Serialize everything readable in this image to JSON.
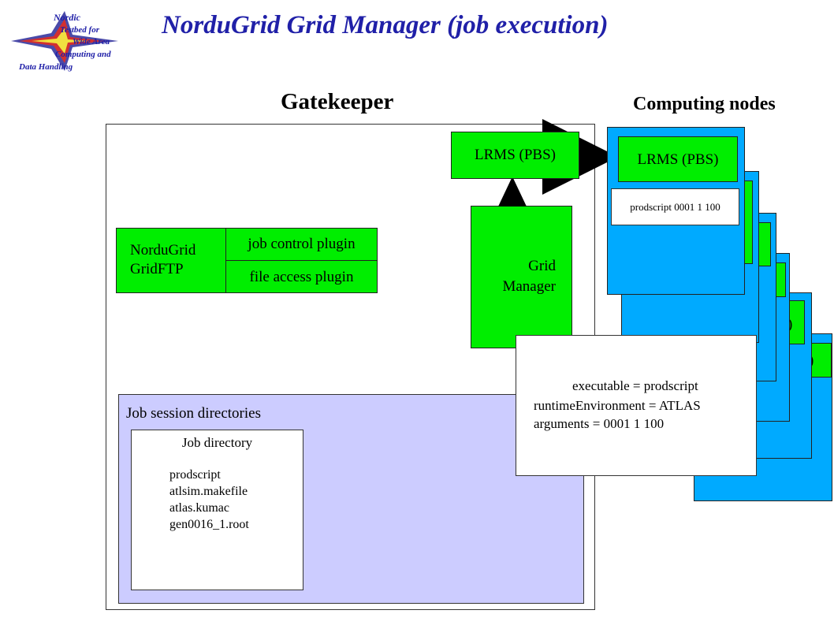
{
  "header": {
    "title": "NorduGrid Grid Manager (job execution)",
    "logo": {
      "icon": "nordugrid-star-logo-icon",
      "lines": [
        "Nordic",
        "Testbed for",
        "Wide Area",
        "Computing and",
        "Data Handling"
      ]
    }
  },
  "gatekeeper": {
    "heading": "Gatekeeper",
    "gridftp": {
      "label_line1": "NorduGrid",
      "label_line2": "GridFTP",
      "plugins": [
        "job control plugin",
        "file access plugin"
      ]
    },
    "lrms_label": "LRMS (PBS)",
    "grid_manager_line1": "Grid",
    "grid_manager_line2": "Manager",
    "session": {
      "label": "Job session directories",
      "job_directory": {
        "title": "Job directory",
        "files": [
          "prodscript",
          "atlsim.makefile",
          "atlas.kumac",
          "gen0016_1.root"
        ]
      }
    }
  },
  "computing_nodes": {
    "heading": "Computing nodes",
    "front_node": {
      "lrms_label": "LRMS (PBS)",
      "process": "prodscript 0001 1 100"
    },
    "partial_labels": [
      ")",
      ")"
    ]
  },
  "job_description": {
    "lines": [
      "executable = prodscript",
      "runtimeEnvironment = ATLAS",
      "arguments = 0001 1 100"
    ]
  },
  "colors": {
    "title": "#2020a8",
    "green": "#00ee00",
    "node_blue": "#00aaff",
    "session_bg": "#ccccff",
    "arrow": "#000000"
  }
}
